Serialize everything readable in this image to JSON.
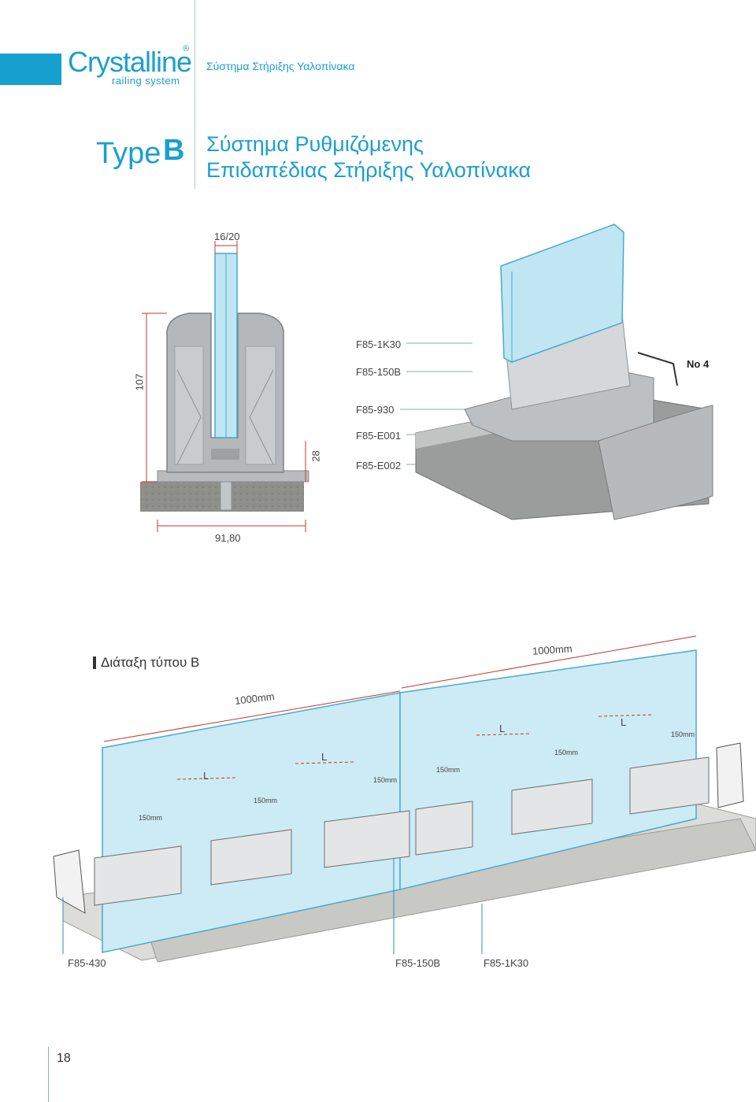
{
  "header": {
    "brand_main": "Crystalline",
    "brand_registered": "®",
    "brand_sub": "railing system",
    "title": "Σύστημα Στήριξης Υαλοπίνακα"
  },
  "type_heading": {
    "word": "Type",
    "letter": "B",
    "title_line1": "Σύστημα Ρυθμιζόμενης",
    "title_line2": "Επιδαπέδιας Στήριξης Υαλοπίνακα"
  },
  "section_view": {
    "dim_glass": "16/20",
    "dim_height": "107",
    "dim_base": "28",
    "dim_width": "91,80",
    "parts": [
      "F85-1K30",
      "F85-150B",
      "F85-930",
      "F85-E001",
      "F85-E002"
    ],
    "tool_label": "No 4"
  },
  "layout": {
    "title": "Διάταξη τύπου Β",
    "panel_width_1": "1000mm",
    "panel_width_2": "1000mm",
    "spacing_labels": [
      "150mm",
      "150mm",
      "150mm",
      "150mm",
      "150mm",
      "150mm"
    ],
    "length_labels": [
      "L",
      "L",
      "L",
      "L"
    ],
    "parts": [
      "F85-430",
      "F85-150B",
      "F85-1K30"
    ]
  },
  "colors": {
    "accent": "#1b9fd0",
    "glass": "#bfe6f2",
    "dimension_red": "#c0392b"
  },
  "page_number": "18"
}
